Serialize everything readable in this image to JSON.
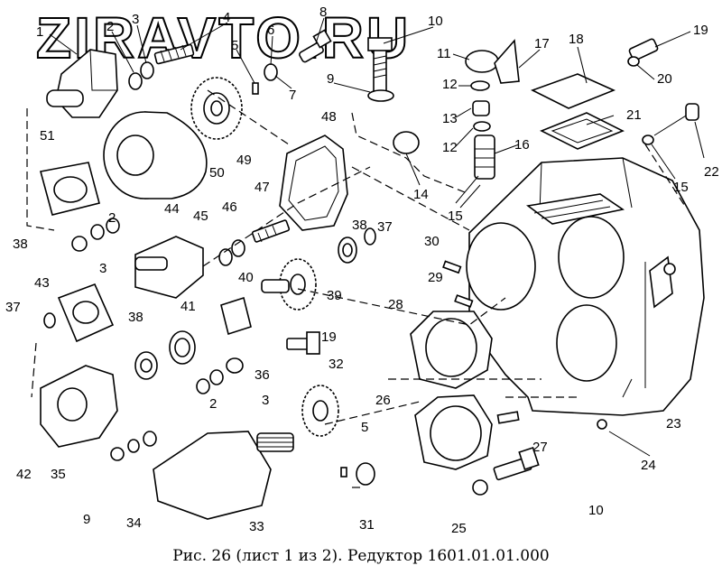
{
  "watermark": "ZIRAVTO.RU",
  "caption": "Рис. 26 (лист 1 из 2). Редуктор 1601.01.01.000",
  "callouts": [
    "1",
    "2",
    "3",
    "4",
    "5",
    "6",
    "7",
    "8",
    "9",
    "10",
    "11",
    "12",
    "13",
    "14",
    "15",
    "16",
    "17",
    "18",
    "19",
    "20",
    "21",
    "22",
    "23",
    "24",
    "25",
    "26",
    "27",
    "28",
    "29",
    "30",
    "31",
    "32",
    "33",
    "34",
    "35",
    "36",
    "37",
    "38",
    "39",
    "40",
    "41",
    "42",
    "43",
    "44",
    "45",
    "46",
    "47",
    "48",
    "49",
    "50",
    "51"
  ]
}
